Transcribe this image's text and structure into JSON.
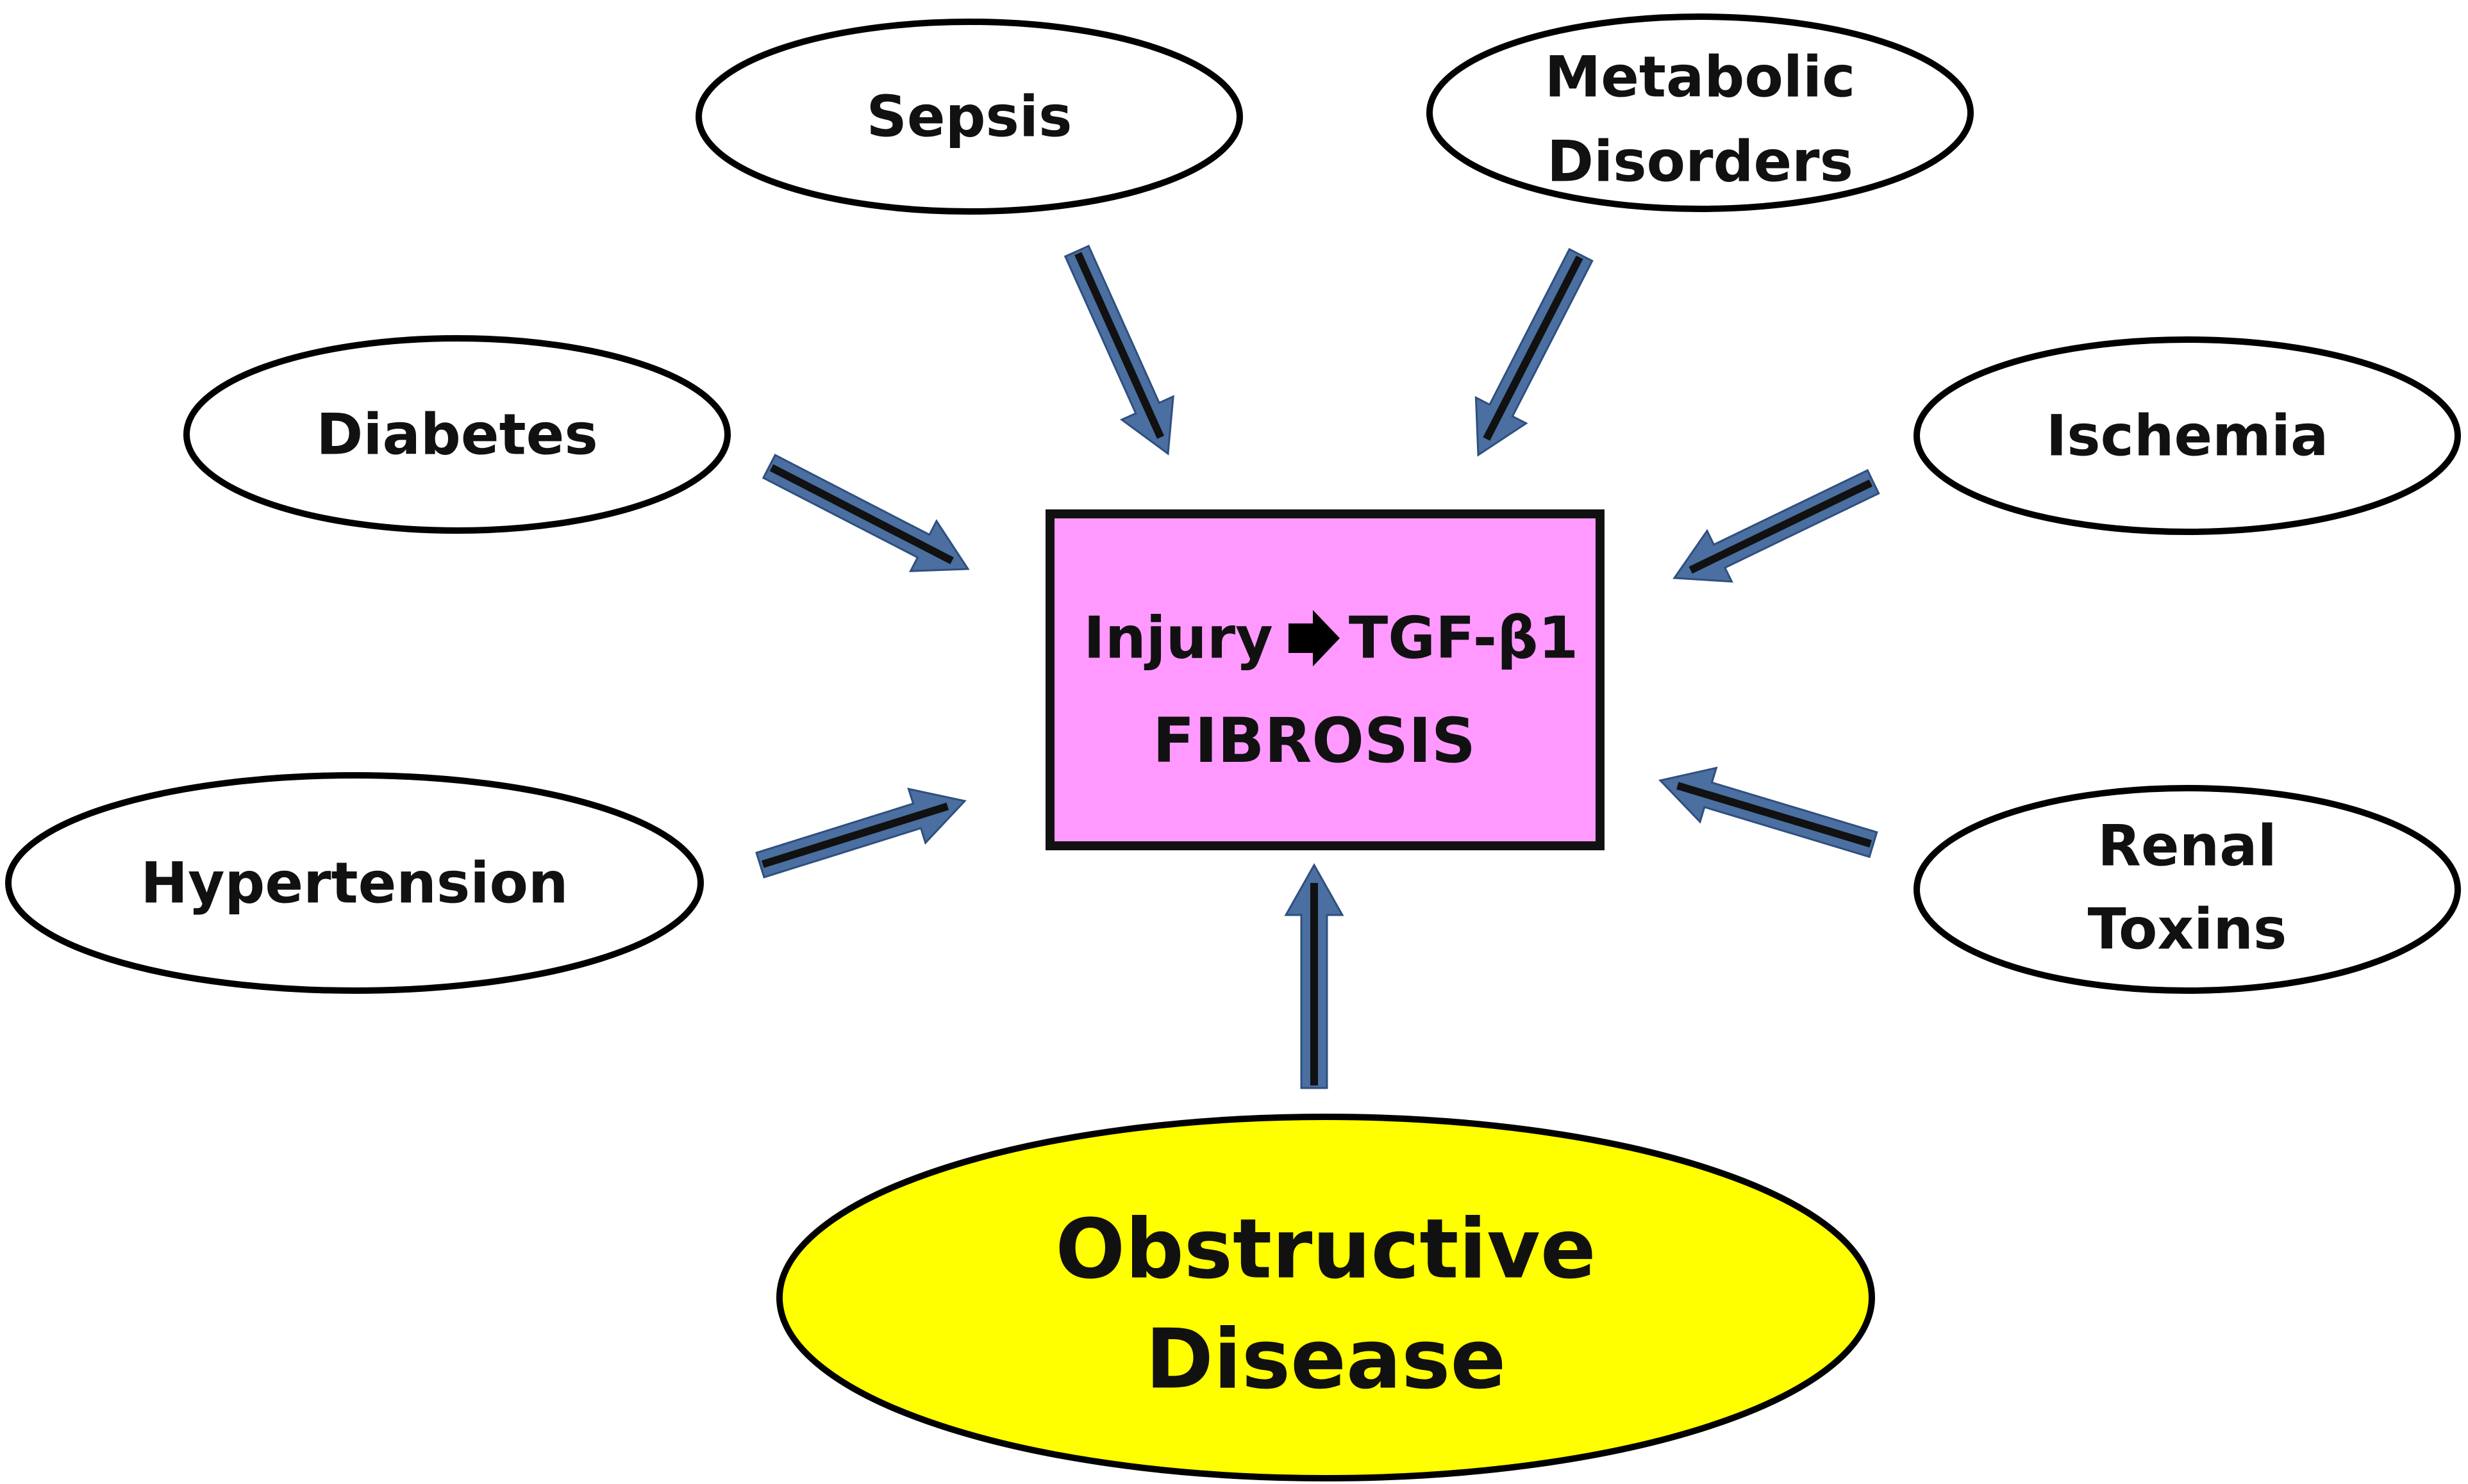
{
  "center": {
    "line1_left": "Injury",
    "line1_right": "TGF-β1",
    "line2": "FIBROSIS",
    "fill": "#FF99FF"
  },
  "causes": {
    "sepsis": "Sepsis",
    "metabolic_1": "Metabolic",
    "metabolic_2": "Disorders",
    "diabetes": "Diabetes",
    "ischemia": "Ischemia",
    "hypertension": "Hypertension",
    "renal_1": "Renal",
    "renal_2": "Toxins"
  },
  "obstructive": {
    "line1": "Obstructive",
    "line2": "Disease",
    "fill": "#FFFF00"
  },
  "colors": {
    "arrow_outline": "#4A6FA0",
    "arrow_core": "#111111"
  }
}
